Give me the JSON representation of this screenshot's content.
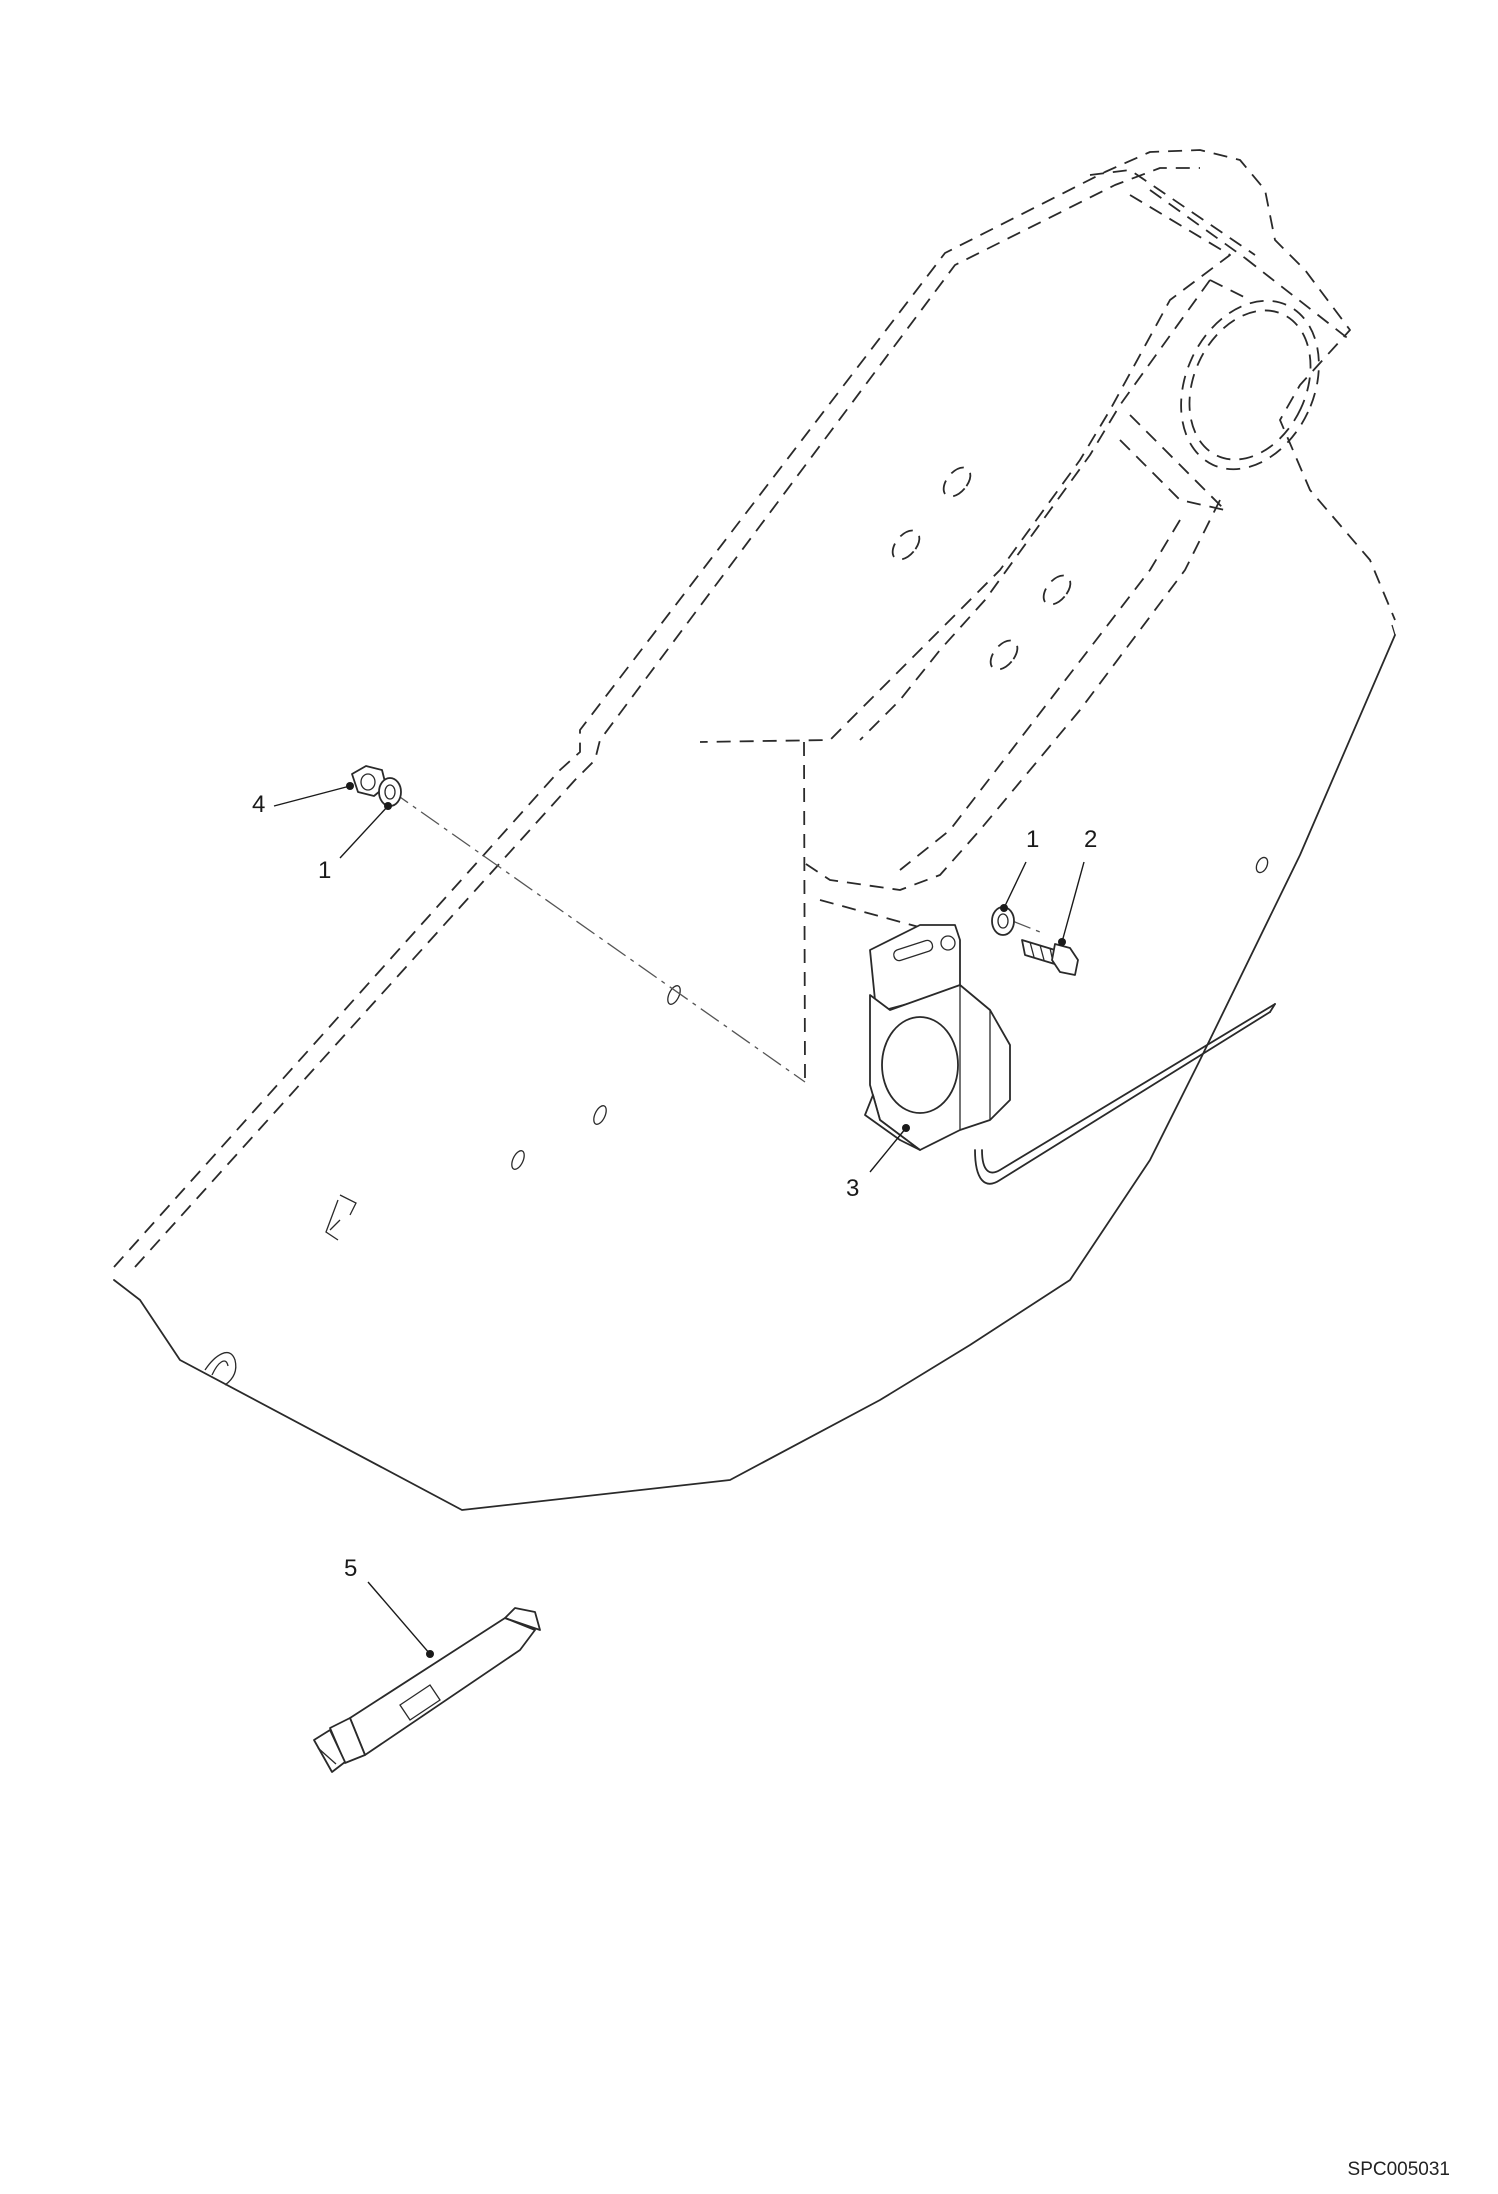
{
  "figure_code": "SPC005031",
  "callouts": {
    "nut_4": "4",
    "washer_1_left": "1",
    "washer_1_right": "1",
    "bolt_2": "2",
    "alarm_3": "3",
    "tube_5": "5"
  }
}
